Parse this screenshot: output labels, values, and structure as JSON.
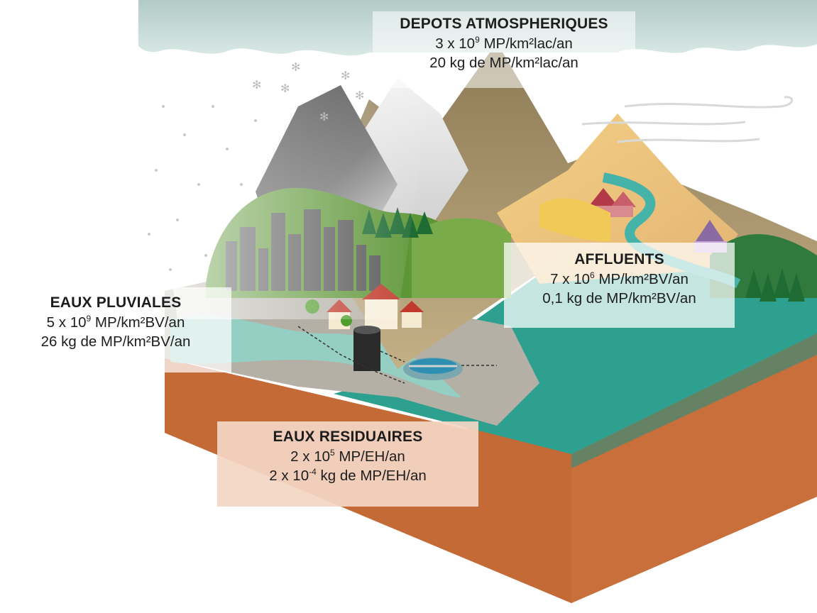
{
  "labels": {
    "depots": {
      "title": "DEPOTS ATMOSPHERIQUES",
      "line1_pre": "3 x 10",
      "line1_exp": "9",
      "line1_post": " MP/km²lac/an",
      "line2": "20 kg de MP/km²lac/an"
    },
    "pluviales": {
      "title": "EAUX PLUVIALES",
      "line1_pre": "5 x 10",
      "line1_exp": "9",
      "line1_post": " MP/km²BV/an",
      "line2": "26 kg de MP/km²BV/an"
    },
    "affluents": {
      "title": "AFFLUENTS",
      "line1_pre": "7 x 10",
      "line1_exp": "6",
      "line1_post": " MP/km²BV/an",
      "line2": "0,1 kg de MP/km²BV/an"
    },
    "residuaires": {
      "title": "EAUX RESIDUAIRES",
      "line1_pre": "2 x 10",
      "line1_exp": "5",
      "line1_post": " MP/EH/an",
      "line2_pre": "2 x 10",
      "line2_exp": "-4",
      "line2_post": " kg de MP/EH/an"
    }
  },
  "colors": {
    "cloud": "#c7dcd8",
    "soil": "#c46a37",
    "soil_stripe": "#e9b08f",
    "lake": "#2ea08f",
    "grass": "#5d9636",
    "mountain_dark": "#3a3a3a",
    "mountain_brown": "#a48a62",
    "city": "#545454",
    "label_residuaires_bg": "#f4d6c4"
  }
}
